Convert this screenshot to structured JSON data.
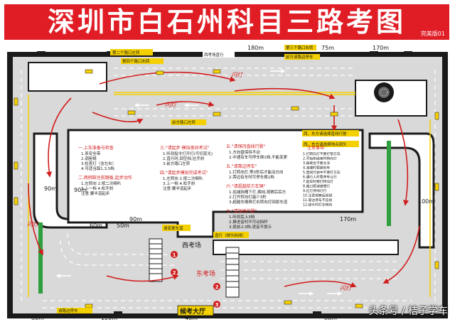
{
  "title": "深圳市白石州科目三路考图",
  "version": "完美版01",
  "distances": {
    "top1": "180m",
    "top2": "75m",
    "top3": "170m",
    "left": "90m",
    "left2": "90m",
    "mid1": "50m",
    "mid2": "90m",
    "mid3": "60m",
    "right1": "170m",
    "right2": "100m",
    "bottom1": "80m",
    "bottom2": "120m",
    "bottom3": "40m",
    "bottom4": "80m"
  },
  "signs": {
    "s1": "第二个路口左转",
    "s2": "西考场直行",
    "s3": "第三个路口右转",
    "s4": "前方请路边停车",
    "s5": "第四个路口右转",
    "s6": "前方路口左转",
    "s7": "西、东方请选择直线行驶",
    "s8": "西、东方请选择地点调头",
    "s9": "直行（掉头标线）",
    "s10": "请变更车道",
    "s11": "请路边停车",
    "flash": "闪灯",
    "hall": "候考大厅",
    "west": "西考场",
    "east": "东考场"
  },
  "instructions": [
    {
      "head": "一.上车准备与检查",
      "lines": [
        "1.系安全带",
        "2.调座椅",
        "3.检查灯（含左右）",
        "4.可适当踩1,3,5档"
      ]
    },
    {
      "head": "二.两侧踩住前踏板,起步动作",
      "lines": [
        "1.左转向   2.按二次喇叭",
        "3.上一档   4.松手刹",
        "注意:要半道起步"
      ]
    },
    {
      "head": "三.\"请起步·模拟夜间考试\"",
      "lines": [
        "1.听到指令打开灯(可切变光)",
        "2.直行时,回空挡,拉手刹",
        "3.前方路口左转"
      ]
    },
    {
      "head": "四.\"请起步模拟完成考试\"",
      "lines": [
        "1.左转向   2.按二次喇叭",
        "3.上一档   4.松手刹",
        "注意:要半道起步"
      ]
    },
    {
      "head": "五.\"请保持直线行驶\"",
      "lines": [
        "1.方向盘保持不动",
        "2.中速有车可停车换1档,不能变更"
      ]
    },
    {
      "head": "五.\"请靠边停车\"",
      "lines": [
        "1.打转向灯,等3秒后才能动方向",
        "2.旁边有车时可停车换1档"
      ]
    },
    {
      "head": "六.\"请超越前方车辆\"",
      "lines": [
        "1.加减挡桶下灯,换挡,观察后后方",
        "2.打开转向灯最少3秒",
        "3.超越车辆再打右转向灯回原车道"
      ]
    },
    {
      "head": "七.\"请加档行驶\"",
      "lines": [
        "1.听到后上3档",
        "2.推进音时不可动挡杆",
        "3.提前上3档,语音不提示"
      ]
    }
  ],
  "notes": {
    "head": "注意事项",
    "lines": [
      "1.打转向灯不要打错方向",
      "2.开始和结束时转向灯",
      "3.踩离合不要太深",
      "4.减速时要踩刹车",
      "5.直线行驶中不要打方向",
      "6.遇行人时要停车让行",
      "7.超车时要打转向灯",
      "8.路口要减速慢行",
      "9.红灯停绿灯行",
      "10.注意观察后视镜",
      "11.靠边停车不压线",
      "12.掉头时打左转向"
    ]
  },
  "watermark": "头条号 / 桔子学车",
  "colors": {
    "title_bg": "#e01c24",
    "road": "#d9d9d9",
    "line": "#ffffff",
    "route": "#d11c1c",
    "frame": "#1a1a1a",
    "sign": "#f4d000"
  }
}
